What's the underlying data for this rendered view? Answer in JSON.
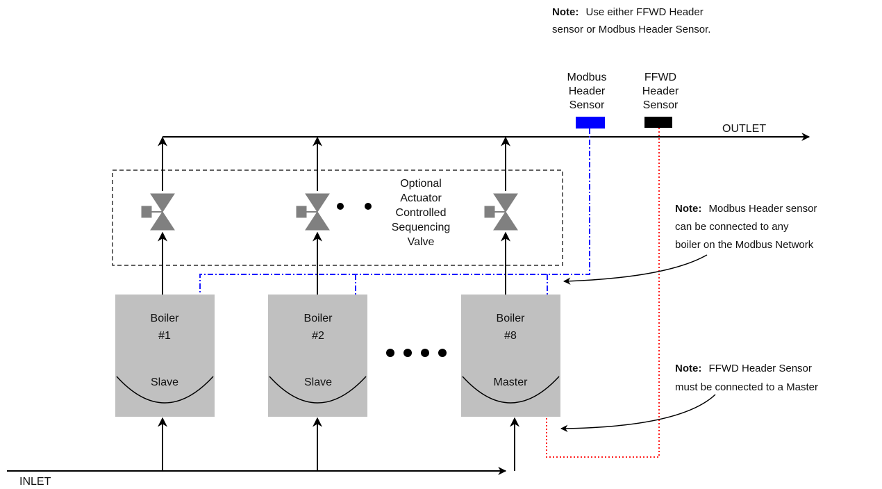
{
  "colors": {
    "pipe": "#000000",
    "boiler_fill": "#c0c0c0",
    "valve": "#808080",
    "modbus_line": "#1a1aff",
    "ffwd_line": "#ff2020",
    "modbus_sensor": "#0000ff",
    "ffwd_sensor": "#000000"
  },
  "labels": {
    "outlet": "OUTLET",
    "inlet": "INLET",
    "modbus_sensor": [
      "Modbus",
      "Header",
      "Sensor"
    ],
    "ffwd_sensor": [
      "FFWD",
      "Header",
      "Sensor"
    ],
    "optional_valve": [
      "Optional",
      "Actuator",
      "Controlled",
      "Sequencing",
      "Valve"
    ]
  },
  "boilers": [
    {
      "name": "Boiler",
      "number": "#1",
      "role": "Slave"
    },
    {
      "name": "Boiler",
      "number": "#2",
      "role": "Slave"
    },
    {
      "name": "Boiler",
      "number": "#8",
      "role": "Master"
    }
  ],
  "notes": {
    "top": {
      "bold": "Note:",
      "lines": [
        "Use either FFWD Header",
        "sensor or Modbus Header Sensor."
      ]
    },
    "modbus": {
      "bold": "Note:",
      "lines": [
        "Modbus Header sensor",
        "can be connected to any",
        "boiler on the Modbus Network"
      ]
    },
    "ffwd": {
      "bold": "Note:",
      "lines": [
        "FFWD Header Sensor",
        "must be connected to a Master"
      ]
    }
  },
  "icons": {
    "ellipsis_valves": "dots-icon",
    "ellipsis_boilers": "dots-icon",
    "arrow": "arrow-icon",
    "valve": "valve-icon"
  }
}
